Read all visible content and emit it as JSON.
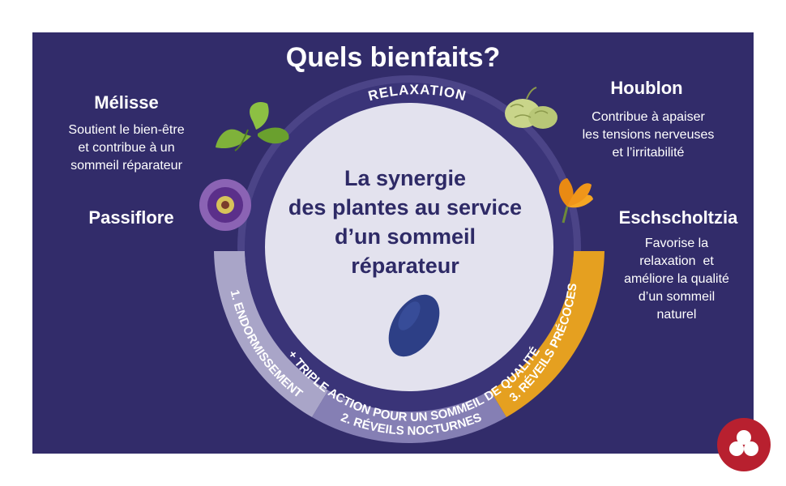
{
  "title": "Quels bienfaits?",
  "center_text": [
    "La synergie",
    "des plantes au service",
    "d’un sommeil",
    "réparateur"
  ],
  "ring": {
    "top_label": "RELAXATION",
    "inner_arc_label": "+ TRIPLE ACTION POUR UN SOMMEIL DE QUALITÉ",
    "segments": [
      "1. ENDORMISSEMENT",
      "2. RÉVEILS NOCTURNES",
      "3. RÉVEILS PRÉCOCES"
    ]
  },
  "plants": {
    "melisse": {
      "name": "Mélisse",
      "lines": [
        "Soutient le bien-être",
        "et contribue à un",
        "sommeil réparateur"
      ]
    },
    "houblon": {
      "name": "Houblon",
      "lines": [
        "Contribue à apaiser",
        "les tensions nerveuses",
        "et l’irritabilité"
      ]
    },
    "passiflore": {
      "name": "Passiflore"
    },
    "eschscholtzia": {
      "name": "Eschscholtzia",
      "lines": [
        "Favorise la",
        "relaxation  et",
        "améliore la qualité",
        "d’un sommeil",
        "naturel"
      ]
    }
  },
  "colors": {
    "background": "#322c6a",
    "ring": "#4b4487",
    "center_disc": "#e3e2ee",
    "segment_light": "#a9a5c8",
    "segment_accent": "#e5a020",
    "tablet": "#2d3f86",
    "badge": "#b8202f"
  },
  "icons": [
    "lemon-balm-leaf-icon",
    "hop-cone-icon",
    "passion-flower-icon",
    "california-poppy-icon",
    "tablet-icon",
    "brand-badge-icon"
  ]
}
